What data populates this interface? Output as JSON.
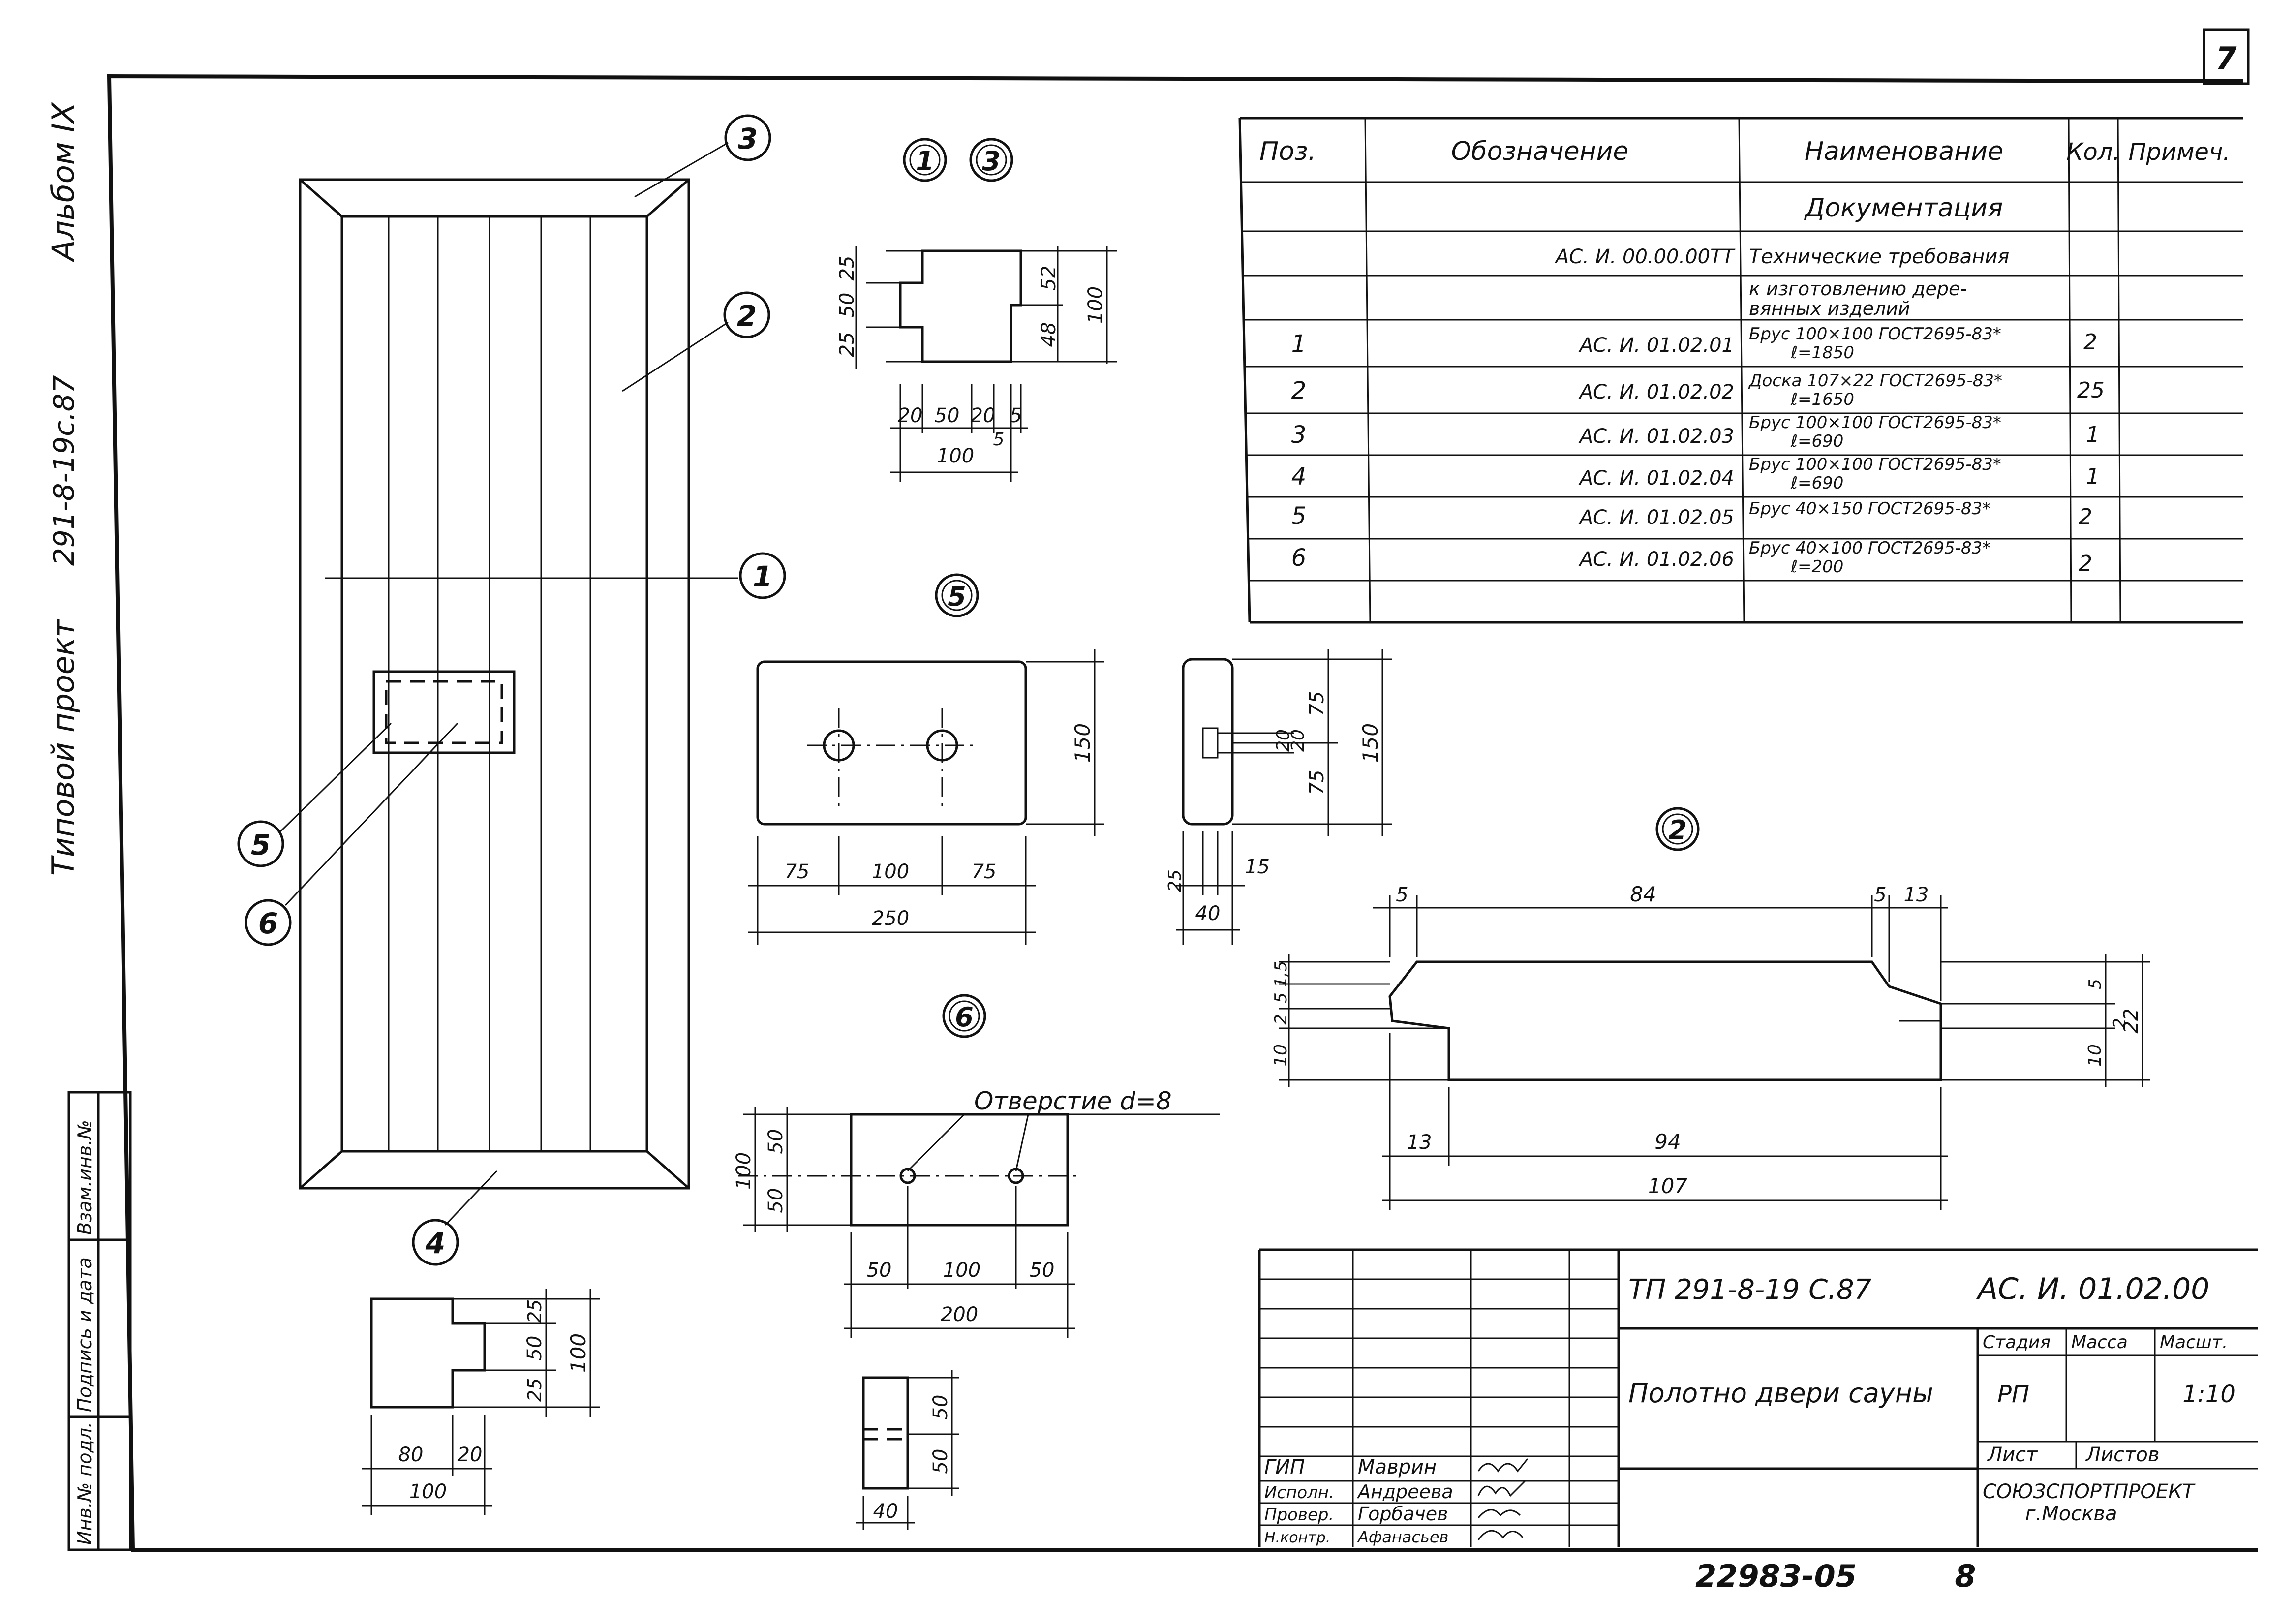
{
  "sheet_number": "7",
  "left_margin": {
    "album": "Альбом IX",
    "project_code": "291-8-19с.87",
    "project_type": "Типовой проект"
  },
  "stamp_column": [
    "Взам.инв.№",
    "Подпись и дата",
    "Инв.№ подл."
  ],
  "callouts": {
    "c1": "1",
    "c2": "2",
    "c3": "3",
    "c4": "4",
    "c5": "5",
    "c6": "6"
  },
  "spec_table": {
    "headers": [
      "Поз.",
      "Обозначение",
      "Наименование",
      "Кол.",
      "Примеч."
    ],
    "section": "Документация",
    "rows": [
      {
        "pos": "",
        "code": "АС. И. 00.00.00ТТ",
        "name": "Технические требования",
        "qty": "",
        "note": ""
      },
      {
        "pos": "",
        "code": "",
        "name": "к изготовлению дере-",
        "name2": "вянных изделий",
        "qty": "",
        "note": ""
      },
      {
        "pos": "1",
        "code": "АС. И. 01.02.01",
        "name": "Брус 100×100 ГОСТ2695-83*",
        "name2": "ℓ=1850",
        "qty": "2",
        "note": ""
      },
      {
        "pos": "2",
        "code": "АС. И. 01.02.02",
        "name": "Доска 107×22 ГОСТ2695-83*",
        "name2": "ℓ=1650",
        "qty": "25",
        "note": ""
      },
      {
        "pos": "3",
        "code": "АС. И. 01.02.03",
        "name": "Брус 100×100 ГОСТ2695-83*",
        "name2": "ℓ=690",
        "qty": "1",
        "note": ""
      },
      {
        "pos": "4",
        "code": "АС. И. 01.02.04",
        "name": "Брус 100×100 ГОСТ2695-83*",
        "name2": "ℓ=690",
        "qty": "1",
        "note": ""
      },
      {
        "pos": "5",
        "code": "АС. И. 01.02.05",
        "name": "Брус 40×150 ГОСТ2695-83*",
        "name2": "",
        "qty": "2",
        "note": ""
      },
      {
        "pos": "6",
        "code": "АС. И. 01.02.06",
        "name": "Брус 40×100 ГОСТ2695-83*",
        "name2": "ℓ=200",
        "qty": "2",
        "note": ""
      }
    ]
  },
  "detail_13": {
    "d25a": "25",
    "d50": "50",
    "d25b": "25",
    "d52": "52",
    "d48": "48",
    "d100": "100",
    "w20a": "20",
    "w50": "50",
    "w20b": "20",
    "w5a": "5",
    "w5b": "5",
    "w100": "100"
  },
  "detail_5": {
    "w75a": "75",
    "w100": "100",
    "w75b": "75",
    "w250": "250",
    "h150": "150",
    "s75a": "75",
    "s75b": "75",
    "s150": "150",
    "s20a": "20",
    "s20b": "20",
    "s25": "25",
    "s15": "15",
    "s40": "40"
  },
  "detail_2": {
    "t5a": "5",
    "t84": "84",
    "t5b": "5",
    "t13": "13",
    "l15": "1,5",
    "l5": "5",
    "l2": "2",
    "l10": "10",
    "r5": "5",
    "r2": "2",
    "r10": "10",
    "r22": "22",
    "b13": "13",
    "b94": "94",
    "b107": "107"
  },
  "detail_6": {
    "hole_label": "Отверстие d=8",
    "h100": "100",
    "h50a": "50",
    "h50b": "50",
    "w50a": "50",
    "w100": "100",
    "w50b": "50",
    "w200": "200",
    "s50a": "50",
    "s50b": "50",
    "s40": "40"
  },
  "detail_4": {
    "h25a": "25",
    "h50": "50",
    "h25b": "25",
    "h100": "100",
    "w80": "80",
    "w20": "20",
    "w100": "100"
  },
  "title_block": {
    "project": "ТП 291-8-19 С.87",
    "code": "АС. И. 01.02.00",
    "title": "Полотно двери сауны",
    "stage_hdr": "Стадия",
    "mass_hdr": "Масса",
    "scale_hdr": "Масшт.",
    "stage": "РП",
    "scale": "1:10",
    "sheet_hdr": "Лист",
    "sheets_hdr": "Листов",
    "org": "СОЮЗСПОРТПРОЕКТ",
    "city": "г.Москва",
    "roles": [
      {
        "role": "ГИП",
        "name": "Маврин"
      },
      {
        "role": "Исполн.",
        "name": "Андреева"
      },
      {
        "role": "Провер.",
        "name": "Горбачев"
      },
      {
        "role": "Н.контр.",
        "name": "Афанасьев"
      }
    ]
  },
  "footer": {
    "archive": "22983-05",
    "page": "8"
  }
}
